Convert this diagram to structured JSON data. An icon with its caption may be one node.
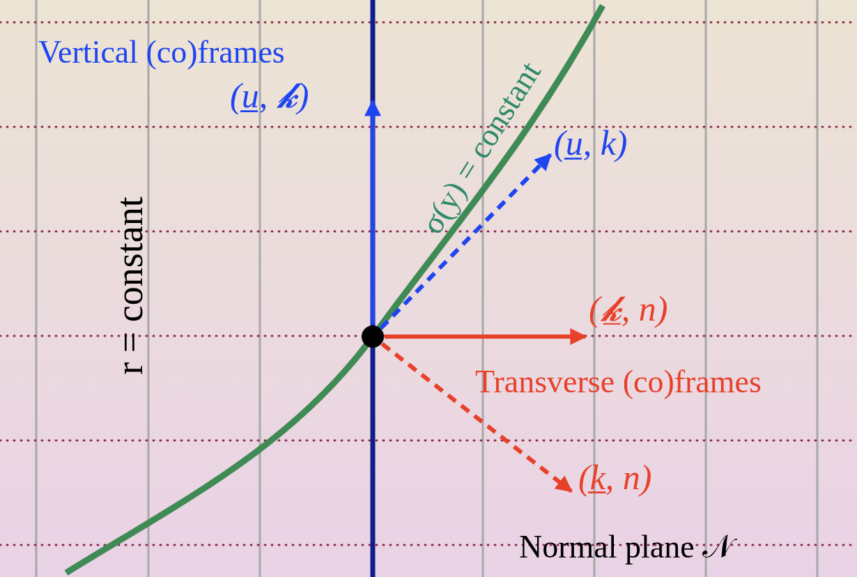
{
  "diagram": {
    "nodes": [
      {
        "text": [],
        "shape": "circle"
      },
      {
        "text": [
          "(u̲, 𝓴)"
        ]
      },
      {
        "text": [
          "(u̲, k)"
        ]
      },
      {
        "text": [
          "(𝓴̲, n)"
        ]
      },
      {
        "text": [
          "(k̲, n)"
        ]
      }
    ],
    "edges": [
      {
        "from": 0,
        "to": 1,
        "arrow": "to",
        "color": "#1f45f0"
      },
      {
        "from": 0,
        "to": 2,
        "arrow": "to",
        "style": "dashed",
        "color": "#1f45f0"
      },
      {
        "from": 0,
        "to": 3,
        "arrow": "to",
        "color": "#e8402a"
      },
      {
        "from": 0,
        "to": 4,
        "arrow": "to",
        "style": "dashed",
        "color": "#e8402a"
      }
    ],
    "labels": [
      "Vertical (co)frames",
      "r = constant",
      "σ(y) = constant",
      "Transverse (co)frames",
      "Normal plane 𝒩"
    ]
  }
}
